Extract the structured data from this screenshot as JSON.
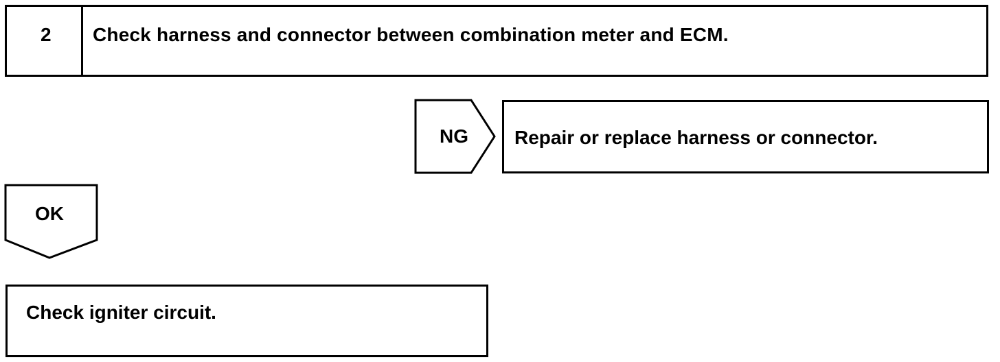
{
  "step": {
    "number": "2",
    "title": "Check harness and connector between combination meter and ECM."
  },
  "ng_branch": {
    "label": "NG",
    "action": "Repair or replace harness or connector."
  },
  "ok_branch": {
    "label": "OK",
    "action": "Check igniter circuit."
  },
  "colors": {
    "line": "#000000",
    "background": "#ffffff"
  }
}
